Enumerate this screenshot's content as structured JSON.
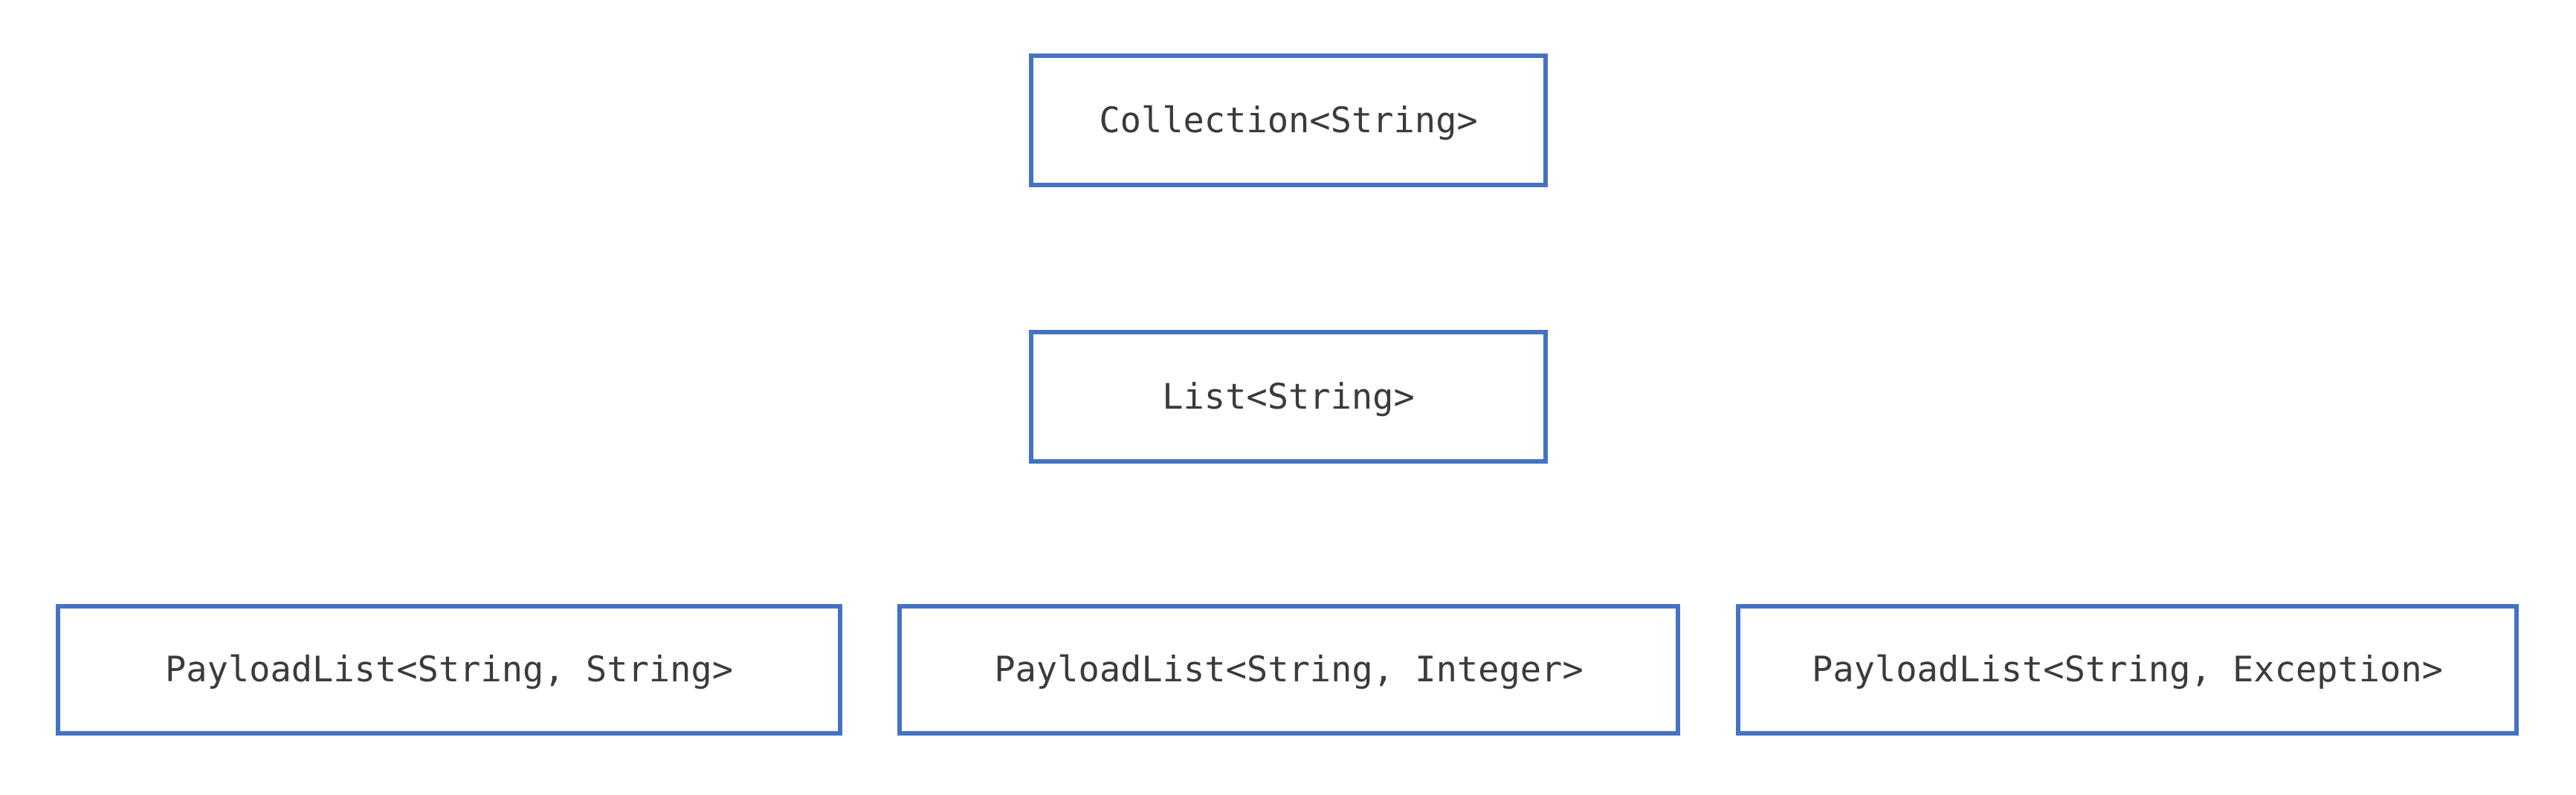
{
  "diagram": {
    "type": "class-hierarchy",
    "title": "",
    "background_color": "#ffffff",
    "stroke_color": "#4472C4",
    "text_color": "#3b3b3b",
    "nodes": [
      {
        "id": "collection",
        "label": "Collection<String>",
        "level": 0
      },
      {
        "id": "list",
        "label": "List<String>",
        "level": 1
      },
      {
        "id": "payload_string",
        "label": "PayloadList<String, String>",
        "level": 2
      },
      {
        "id": "payload_integer",
        "label": "PayloadList<String, Integer>",
        "level": 2
      },
      {
        "id": "payload_exception",
        "label": "PayloadList<String, Exception>",
        "level": 2
      }
    ],
    "edges": [
      {
        "from": "list",
        "to": "collection",
        "arrow": "filled-triangle-up"
      },
      {
        "from": "payload_integer",
        "to": "list",
        "arrow": "filled-triangle-up"
      },
      {
        "from": "payload_string",
        "to": "list",
        "arrow": "none"
      },
      {
        "from": "payload_exception",
        "to": "list",
        "arrow": "none"
      }
    ]
  }
}
